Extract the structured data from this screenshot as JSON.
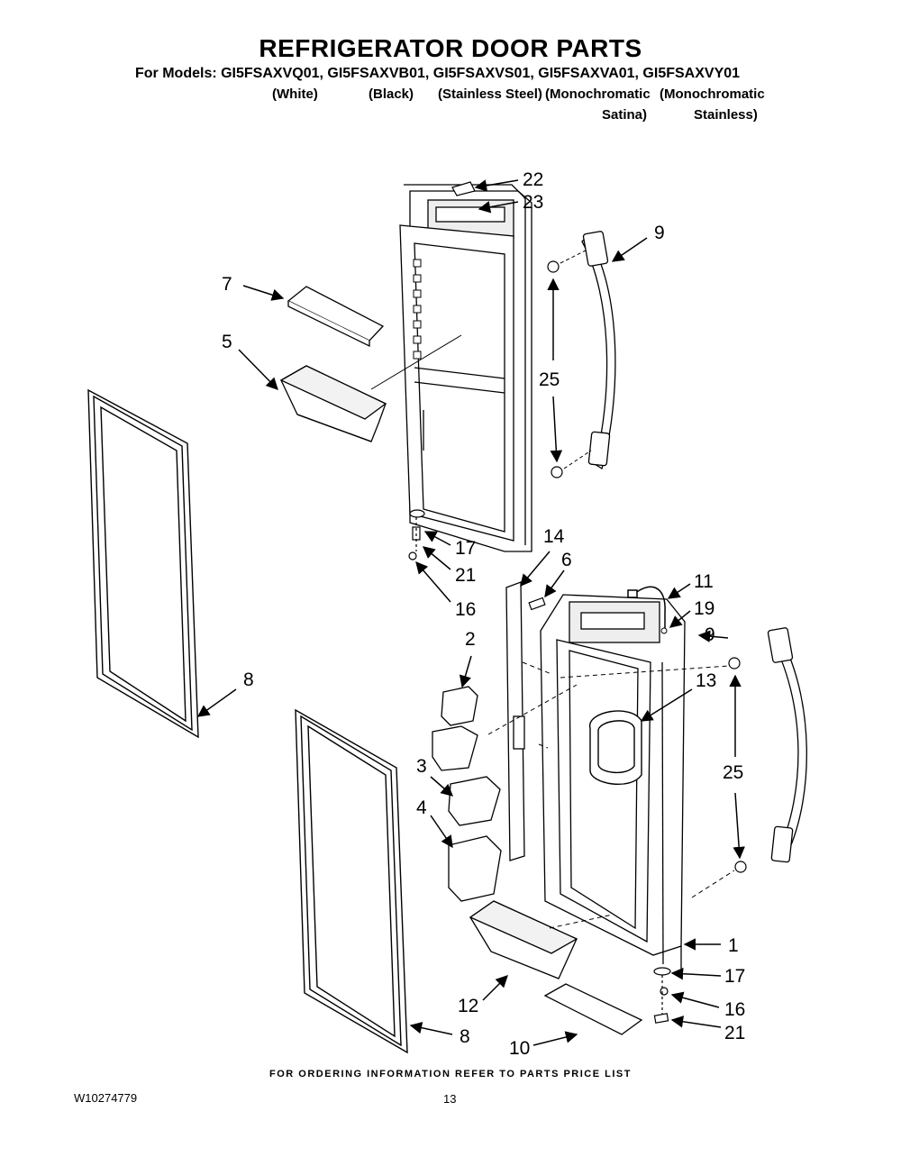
{
  "header": {
    "title": "REFRIGERATOR DOOR PARTS",
    "models_line": "For Models: GI5FSAXVQ01, GI5FSAXVB01, GI5FSAXVS01, GI5FSAXVA01, GI5FSAXVY01",
    "variants": {
      "white": "(White)",
      "black": "(Black)",
      "stainless": "(Stainless Steel)",
      "mono1": "(Monochromatic",
      "mono2": "(Monochromatic",
      "satina": "Satina)",
      "stainless2": "Stainless)"
    }
  },
  "callouts": {
    "c22": "22",
    "c23": "23",
    "c9a": "9",
    "c7": "7",
    "c5": "5",
    "c25a": "25",
    "c17a": "17",
    "c21a": "21",
    "c16a": "16",
    "c14": "14",
    "c6": "6",
    "c11": "11",
    "c19": "19",
    "c9b": "9",
    "c2": "2",
    "c8a": "8",
    "c13": "13",
    "c3": "3",
    "c25b": "25",
    "c4": "4",
    "c1": "1",
    "c17b": "17",
    "c12": "12",
    "c16b": "16",
    "c8b": "8",
    "c21b": "21",
    "c10": "10"
  },
  "footer": {
    "ordering_note": "FOR ORDERING INFORMATION REFER TO PARTS PRICE LIST",
    "doc_number": "W10274779",
    "page_number": "13"
  }
}
